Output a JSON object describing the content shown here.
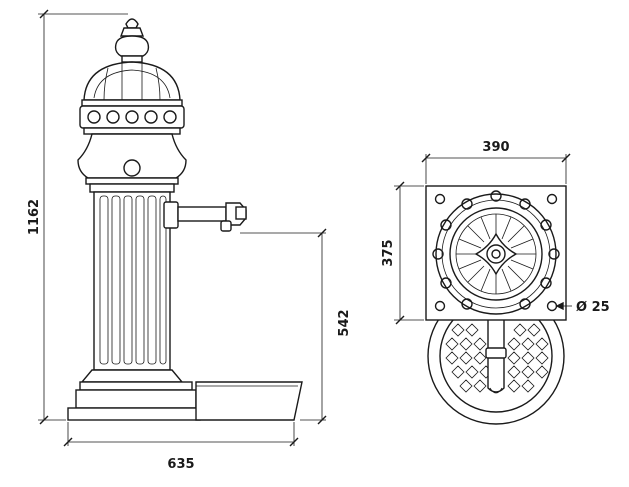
{
  "dimensions": {
    "height_total": "1162",
    "spout_height": "542",
    "base_width": "635",
    "plate_width": "390",
    "plate_height": "375",
    "hole_diameter": "Ø 25"
  }
}
